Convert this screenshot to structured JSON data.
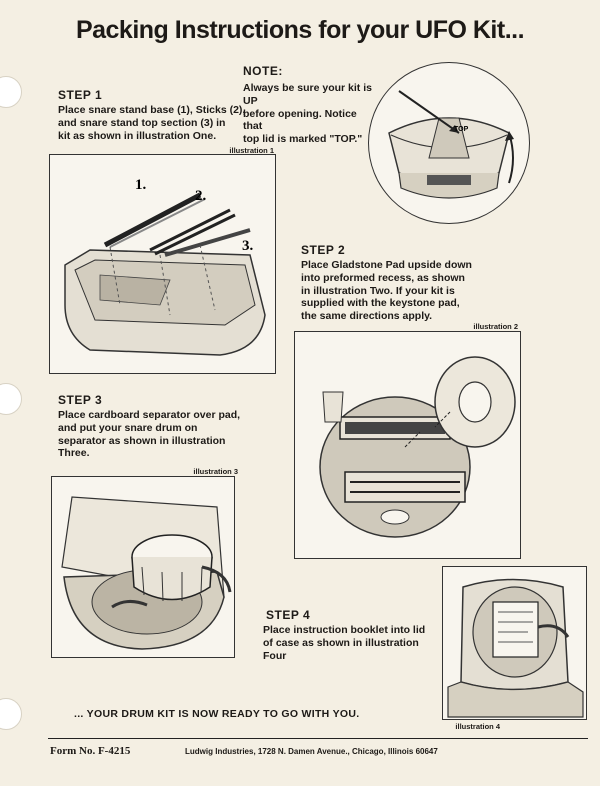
{
  "title": "Packing Instructions for your UFO Kit...",
  "note": {
    "heading": "NOTE:",
    "lines": [
      "Always be sure your kit is UP",
      "before opening. Notice that",
      "top lid is marked \"TOP.\""
    ],
    "lid_label": "TOP"
  },
  "step1": {
    "heading": "STEP 1",
    "lines": [
      "Place snare stand base (1), Sticks (2),",
      "and snare stand top section (3) in",
      "kit as shown in illustration One."
    ],
    "caption": "illustration 1",
    "callouts": [
      "1.",
      "2.",
      "3."
    ]
  },
  "step2": {
    "heading": "STEP 2",
    "lines": [
      "Place Gladstone Pad upside down",
      "into preformed recess, as shown",
      "in illustration Two. If your kit is",
      "supplied with the keystone pad,",
      "the same directions apply."
    ],
    "caption": "illustration 2"
  },
  "step3": {
    "heading": "STEP 3",
    "lines": [
      "Place cardboard separator over pad,",
      "and put your snare drum on",
      "separator as shown in illustration",
      "Three."
    ],
    "caption": "illustration 3"
  },
  "step4": {
    "heading": "STEP 4",
    "lines": [
      "Place instruction booklet into lid",
      "of case as shown in illustration",
      "Four"
    ],
    "caption": "illustration 4"
  },
  "ready_text": "... YOUR DRUM KIT IS NOW READY TO GO WITH YOU.",
  "footer": {
    "form_no": "Form No. F-4215",
    "address": "Ludwig Industries, 1728 N. Damen Avenue., Chicago, Illinois 60647"
  }
}
